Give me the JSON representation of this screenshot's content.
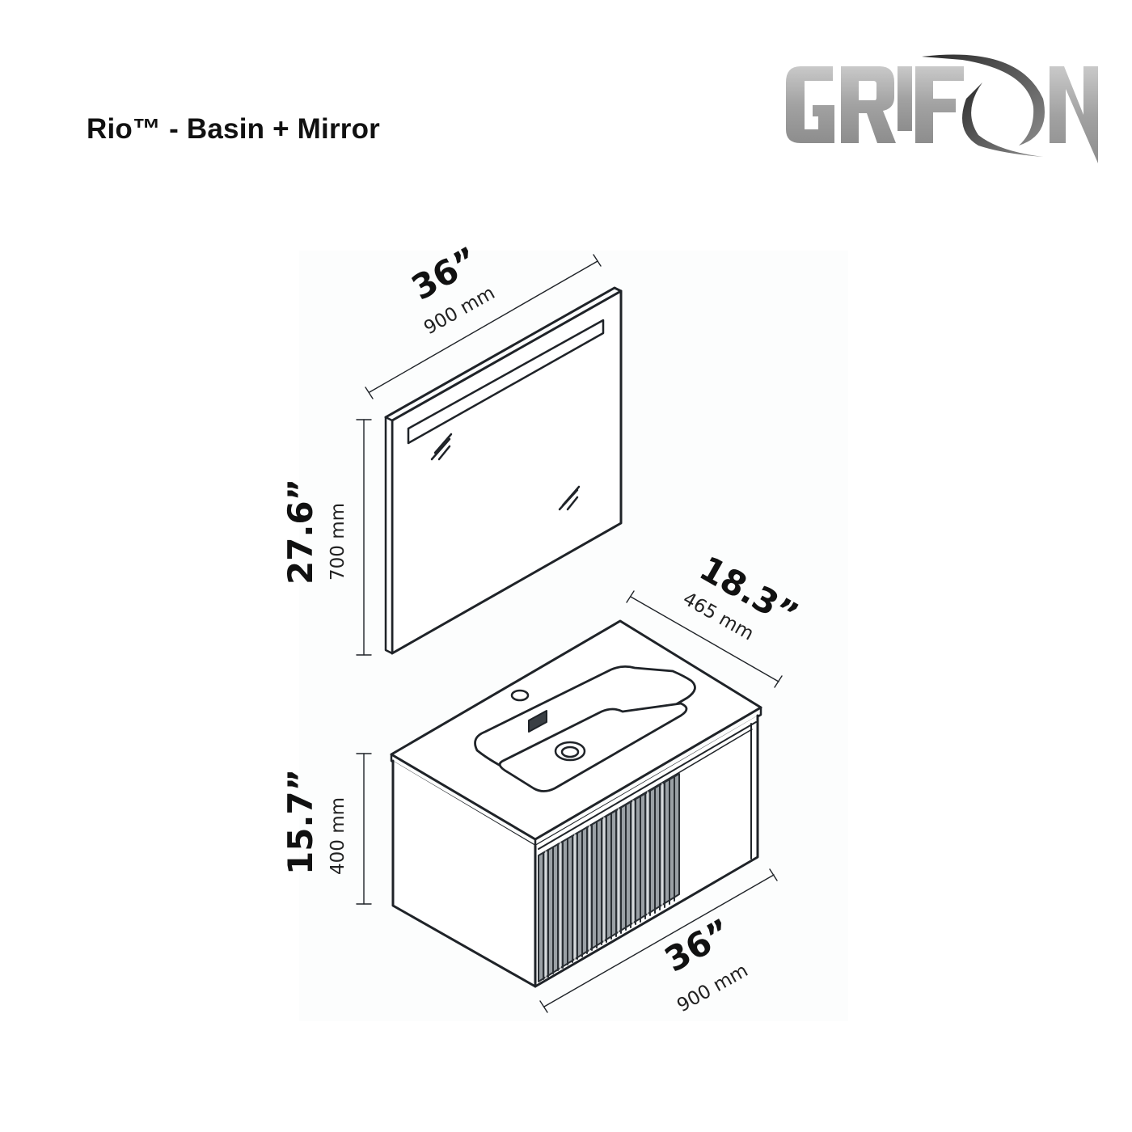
{
  "header": {
    "title": "Rio™  - Basin + Mirror",
    "brand_logo": "GRIFON"
  },
  "mirror": {
    "width": {
      "imperial": "36”",
      "metric": "900 mm"
    },
    "height": {
      "imperial": "27.6”",
      "metric": "700 mm"
    },
    "features": [
      "led-light-bar",
      "glass-reflection-marks"
    ]
  },
  "vanity": {
    "depth": {
      "imperial": "18.3”",
      "metric": "465 mm"
    },
    "height": {
      "imperial": "15.7”",
      "metric": "400 mm"
    },
    "width": {
      "imperial": "36”",
      "metric": "900 mm"
    },
    "features": [
      "integrated-basin",
      "faucet-hole",
      "overflow-slot",
      "drain",
      "fluted-drawer-front"
    ]
  },
  "colors": {
    "line": "#1f2328",
    "text": "#111111",
    "panel_bg": "#fcfdfd",
    "logo_metal": "#a9a9a9"
  }
}
